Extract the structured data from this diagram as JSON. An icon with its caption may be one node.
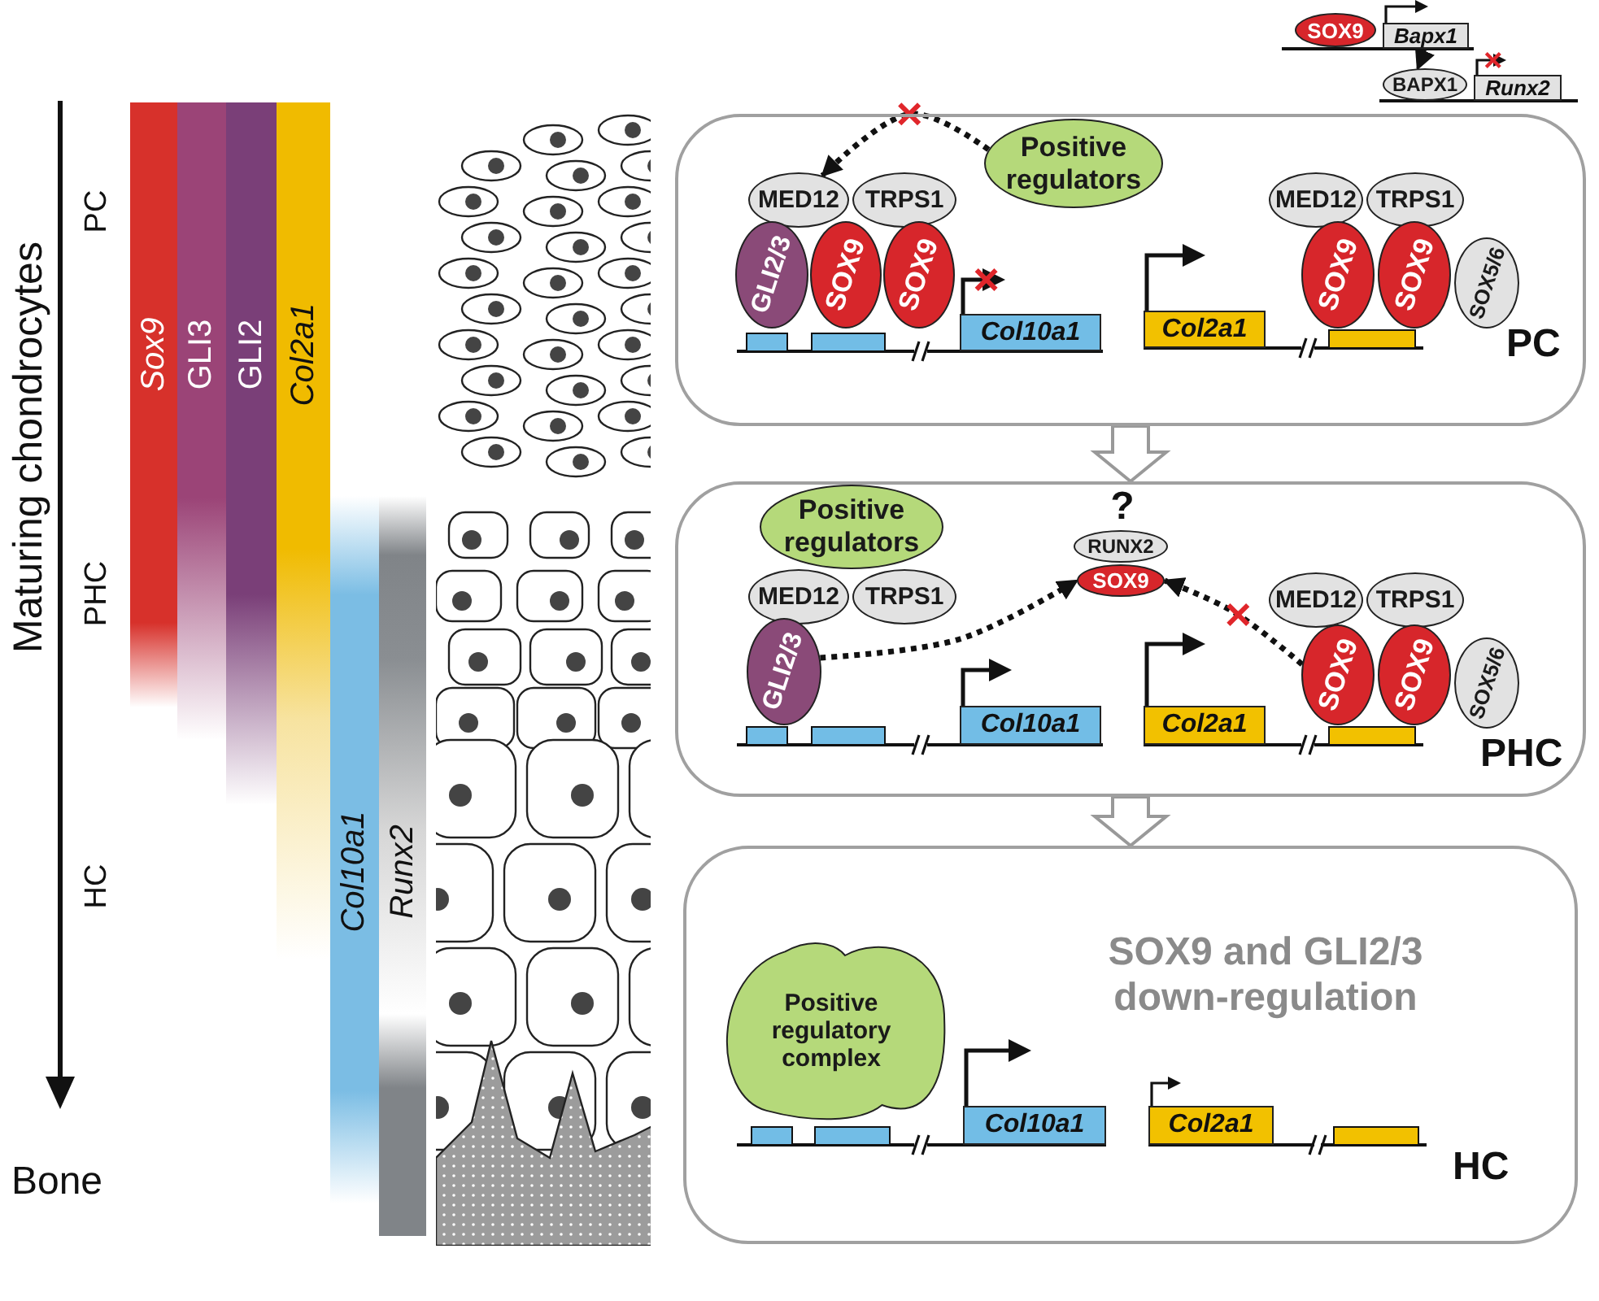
{
  "diagram": {
    "nodes": [
      {
        "text": [
          "PC"
        ]
      },
      {
        "text": [
          "Positive regulators"
        ],
        "in": 0
      },
      {
        "text": [
          "MED12"
        ],
        "in": 0
      },
      {
        "text": [
          "TRPS1"
        ],
        "in": 0
      },
      {
        "text": [
          "GLI2/3"
        ],
        "in": 0
      },
      {
        "text": [
          "SOX9"
        ],
        "in": 0
      },
      {
        "text": [
          "SOX9"
        ],
        "in": 0
      },
      {
        "text": [
          "Col10a1"
        ],
        "in": 0
      },
      {
        "text": [
          "Col2a1"
        ],
        "in": 0
      },
      {
        "text": [
          "MED12"
        ],
        "in": 0
      },
      {
        "text": [
          "TRPS1"
        ],
        "in": 0
      },
      {
        "text": [
          "SOX9"
        ],
        "in": 0
      },
      {
        "text": [
          "SOX9"
        ],
        "in": 0
      },
      {
        "text": [
          "SOX5/6"
        ],
        "in": 0
      },
      {
        "text": [
          "SOX9"
        ]
      },
      {
        "text": [
          "Bapx1"
        ]
      },
      {
        "text": [
          "BAPX1"
        ]
      },
      {
        "text": [
          "Runx2"
        ]
      },
      {
        "text": [
          "PHC"
        ]
      },
      {
        "text": [
          "Positive regulators"
        ],
        "in": 18
      },
      {
        "text": [
          "MED12"
        ],
        "in": 18
      },
      {
        "text": [
          "TRPS1"
        ],
        "in": 18
      },
      {
        "text": [
          "GLI2/3"
        ],
        "in": 18
      },
      {
        "text": [
          "RUNX2"
        ],
        "in": 18
      },
      {
        "text": [
          "SOX9"
        ],
        "in": 18
      },
      {
        "text": [
          "Col10a1"
        ],
        "in": 18
      },
      {
        "text": [
          "Col2a1"
        ],
        "in": 18
      },
      {
        "text": [
          "MED12"
        ],
        "in": 18
      },
      {
        "text": [
          "TRPS1"
        ],
        "in": 18
      },
      {
        "text": [
          "SOX9"
        ],
        "in": 18
      },
      {
        "text": [
          "SOX9"
        ],
        "in": 18
      },
      {
        "text": [
          "SOX5/6"
        ],
        "in": 18
      },
      {
        "text": [
          "HC"
        ]
      },
      {
        "text": [
          "Positive regulatory complex"
        ],
        "in": 32
      },
      {
        "text": [
          "Col10a1"
        ],
        "in": 32
      },
      {
        "text": [
          "Col2a1"
        ],
        "in": 32
      },
      {
        "text": [
          "Sox9"
        ]
      },
      {
        "text": [
          "GLI3"
        ]
      },
      {
        "text": [
          "GLI2"
        ]
      },
      {
        "text": [
          "Col2a1"
        ]
      },
      {
        "text": [
          "Col10a1"
        ]
      },
      {
        "text": [
          "Runx2"
        ]
      }
    ],
    "edges": [
      {
        "from": 0,
        "to": 18,
        "arrow": "to",
        "style": "thick",
        "color": "#999999"
      },
      {
        "from": 18,
        "to": 32,
        "arrow": "to",
        "style": "thick",
        "color": "#999999"
      },
      {
        "from": 1,
        "to": 2,
        "arrow": "to",
        "style": "dashed"
      },
      {
        "from": 15,
        "to": 16,
        "arrow": "to",
        "style": "dashed"
      },
      {
        "from": 22,
        "to": 24,
        "arrow": "to",
        "style": "dashed"
      },
      {
        "from": 29,
        "to": 24,
        "arrow": "to",
        "style": "dashed"
      }
    ],
    "labels": [
      "Maturing chondrocytes",
      "PC",
      "PHC",
      "HC",
      "Bone",
      "?",
      "SOX9 and GLI2/3 down-regulation"
    ]
  }
}
